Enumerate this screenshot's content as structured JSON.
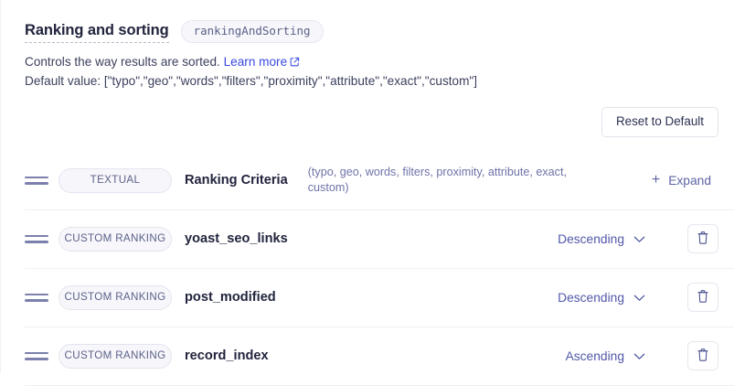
{
  "header": {
    "title": "Ranking and sorting",
    "code_badge": "rankingAndSorting",
    "description_prefix": "Controls the way results are sorted.",
    "learn_more_label": "Learn more",
    "learn_more_icon": "external-link-icon",
    "default_value_line": "Default value: [\"typo\",\"geo\",\"words\",\"filters\",\"proximity\",\"attribute\",\"exact\",\"custom\"]"
  },
  "toolbar": {
    "reset_label": "Reset to Default"
  },
  "colors": {
    "link": "#3a4ae0",
    "accent": "#5158a8",
    "text": "#21243d",
    "muted": "#6e73a8",
    "badge_bg": "#f6f6fb",
    "divider": "#f0f0f5"
  },
  "rows": [
    {
      "drag_handle_icon": "drag-handle-icon",
      "type_badge": "TEXTUAL",
      "name": "Ranking Criteria",
      "hint": "(typo, geo, words, filters, proximity, attribute, exact, custom)",
      "action": "expand",
      "expand_label": "Expand",
      "expand_icon": "plus-icon",
      "order": null,
      "deletable": false
    },
    {
      "drag_handle_icon": "drag-handle-icon",
      "type_badge": "CUSTOM RANKING",
      "name": "yoast_seo_links",
      "hint": "",
      "action": "order",
      "order": "Descending",
      "order_icon": "chevron-down-icon",
      "deletable": true,
      "delete_icon": "trash-icon"
    },
    {
      "drag_handle_icon": "drag-handle-icon",
      "type_badge": "CUSTOM RANKING",
      "name": "post_modified",
      "hint": "",
      "action": "order",
      "order": "Descending",
      "order_icon": "chevron-down-icon",
      "deletable": true,
      "delete_icon": "trash-icon"
    },
    {
      "drag_handle_icon": "drag-handle-icon",
      "type_badge": "CUSTOM RANKING",
      "name": "record_index",
      "hint": "",
      "action": "order",
      "order": "Ascending",
      "order_icon": "chevron-down-icon",
      "deletable": true,
      "delete_icon": "trash-icon"
    }
  ]
}
